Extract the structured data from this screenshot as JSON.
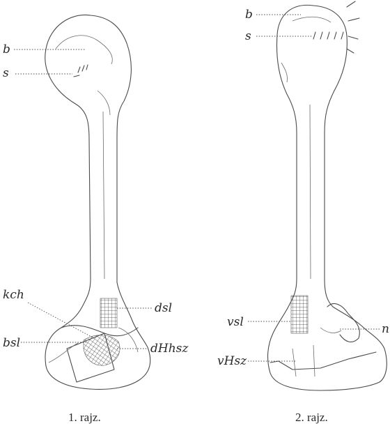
{
  "figures": [
    {
      "caption": "1. rajz.",
      "labels": {
        "b": "b",
        "s": "s",
        "kch": "kch",
        "dsl": "dsl",
        "bsl": "bsl",
        "dHhsz": "dHhsz"
      }
    },
    {
      "caption": "2. rajz.",
      "labels": {
        "b": "b",
        "s": "s",
        "vsl": "vsl",
        "vHsz": "vHsz",
        "n": "n"
      }
    }
  ]
}
